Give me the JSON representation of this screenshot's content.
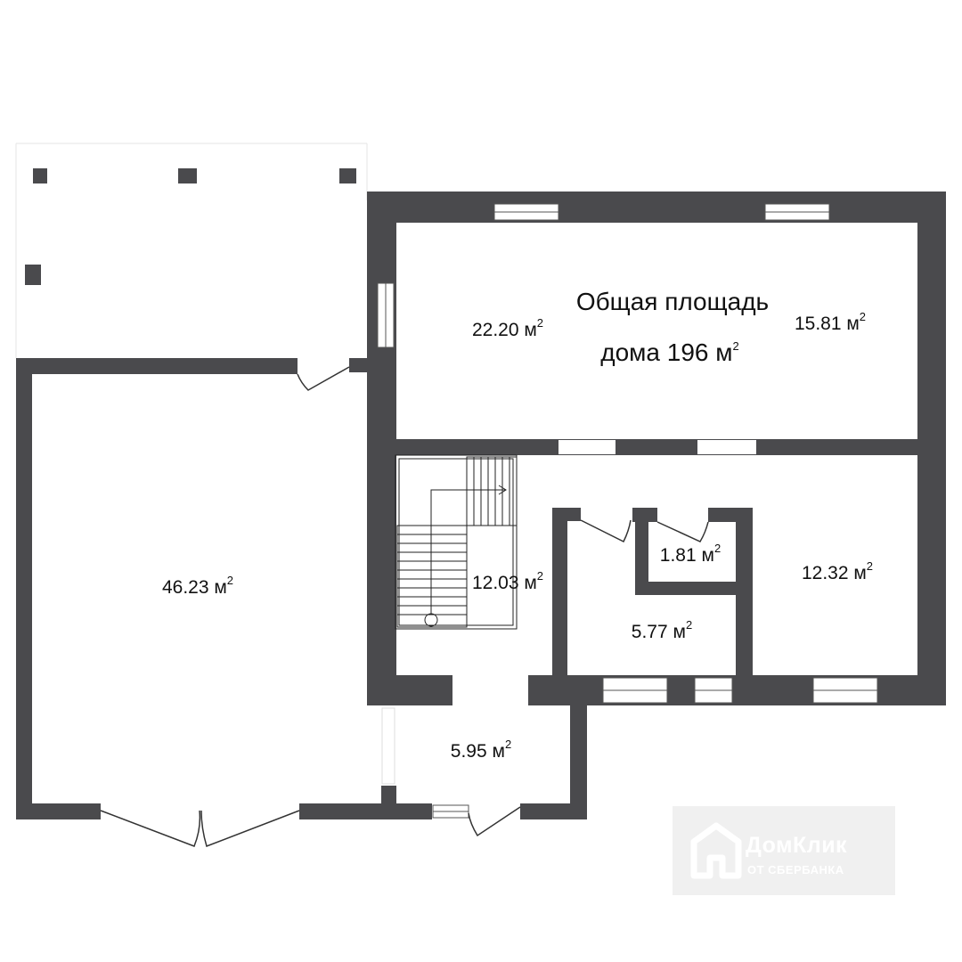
{
  "total_area": {
    "line1": "Общая площадь",
    "line2_prefix": "дома 196 м",
    "unit_sup": "2"
  },
  "rooms": [
    {
      "id": "room-living-left",
      "area": "22.20 м"
    },
    {
      "id": "room-living-right",
      "area": "15.81 м"
    },
    {
      "id": "room-garage",
      "area": "46.23 м"
    },
    {
      "id": "room-hall",
      "area": "12.03 м"
    },
    {
      "id": "room-closet",
      "area": "1.81 м"
    },
    {
      "id": "room-bathroom",
      "area": "5.77 м"
    },
    {
      "id": "room-bedroom",
      "area": "12.32 м"
    },
    {
      "id": "room-vestibule",
      "area": "5.95 м"
    }
  ],
  "unit_sup": "2",
  "watermark": {
    "name": "ДомКлик",
    "subtitle": "ОТ СБЕРБАНКА"
  },
  "colors": {
    "wall": "#4a4a4d",
    "line": "#333333",
    "watermark_bg": "#f0f0f0"
  }
}
